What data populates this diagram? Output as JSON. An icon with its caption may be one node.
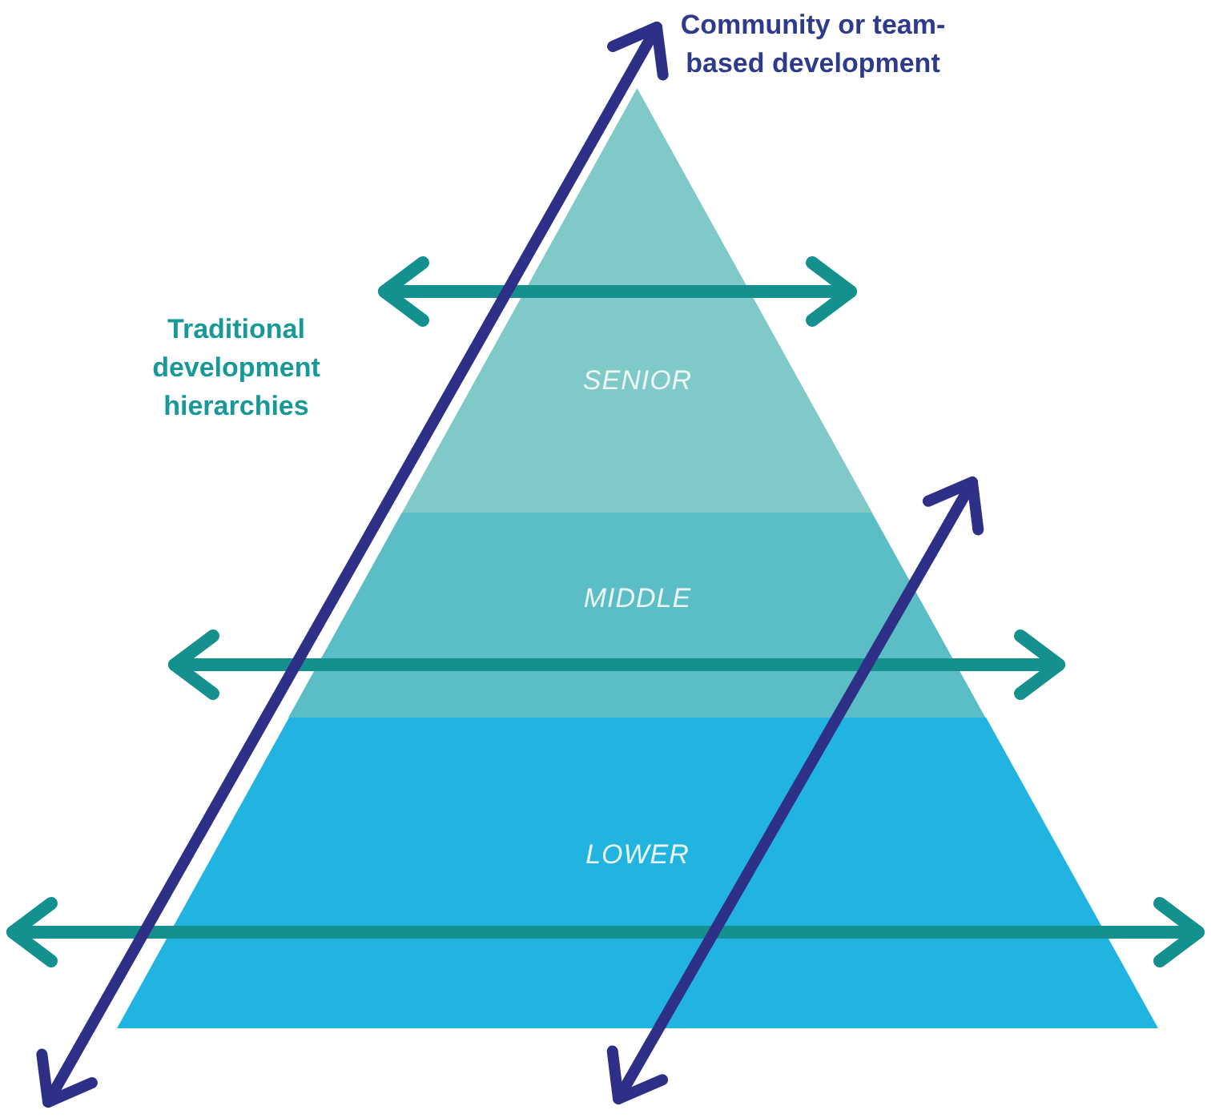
{
  "diagram": {
    "nodes": [
      {
        "text": [
          "SENIOR"
        ]
      },
      {
        "text": [
          "MIDDLE"
        ]
      },
      {
        "text": [
          "LOWER"
        ]
      }
    ],
    "labels": [
      "Community or team-based development",
      "Traditional development hierarchies"
    ]
  }
}
